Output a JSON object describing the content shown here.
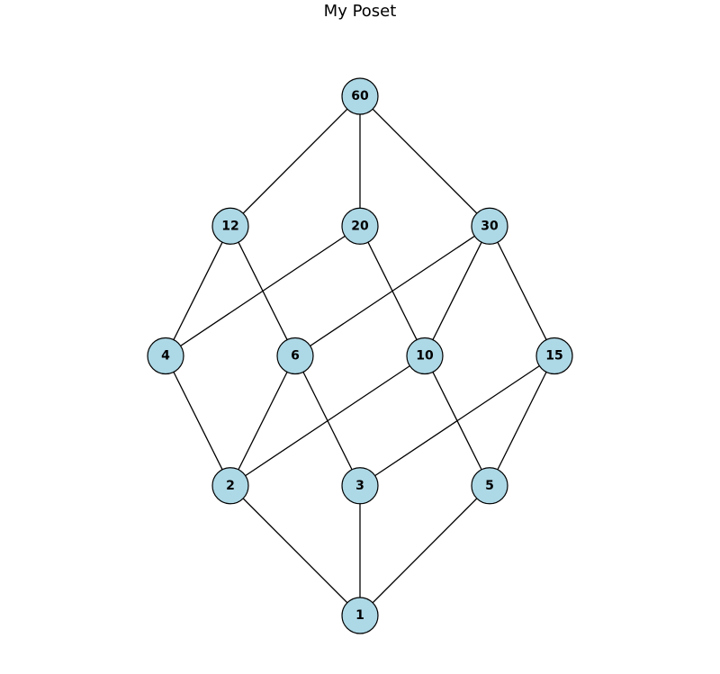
{
  "title": "My Poset",
  "diagram": {
    "node_fill": "#add8e6",
    "node_stroke": "#000000",
    "edge_color": "#000000",
    "nodes": [
      {
        "id": "60",
        "label": "60",
        "level": 4
      },
      {
        "id": "12",
        "label": "12",
        "level": 3
      },
      {
        "id": "20",
        "label": "20",
        "level": 3
      },
      {
        "id": "30",
        "label": "30",
        "level": 3
      },
      {
        "id": "4",
        "label": "4",
        "level": 2
      },
      {
        "id": "6",
        "label": "6",
        "level": 2
      },
      {
        "id": "10",
        "label": "10",
        "level": 2
      },
      {
        "id": "15",
        "label": "15",
        "level": 2
      },
      {
        "id": "2",
        "label": "2",
        "level": 1
      },
      {
        "id": "3",
        "label": "3",
        "level": 1
      },
      {
        "id": "5",
        "label": "5",
        "level": 1
      },
      {
        "id": "1",
        "label": "1",
        "level": 0
      }
    ],
    "edges": [
      [
        "60",
        "12"
      ],
      [
        "60",
        "20"
      ],
      [
        "60",
        "30"
      ],
      [
        "12",
        "4"
      ],
      [
        "12",
        "6"
      ],
      [
        "20",
        "4"
      ],
      [
        "20",
        "10"
      ],
      [
        "30",
        "6"
      ],
      [
        "30",
        "10"
      ],
      [
        "30",
        "15"
      ],
      [
        "4",
        "2"
      ],
      [
        "6",
        "2"
      ],
      [
        "6",
        "3"
      ],
      [
        "10",
        "2"
      ],
      [
        "10",
        "5"
      ],
      [
        "15",
        "3"
      ],
      [
        "15",
        "5"
      ],
      [
        "2",
        "1"
      ],
      [
        "3",
        "1"
      ],
      [
        "5",
        "1"
      ]
    ]
  }
}
